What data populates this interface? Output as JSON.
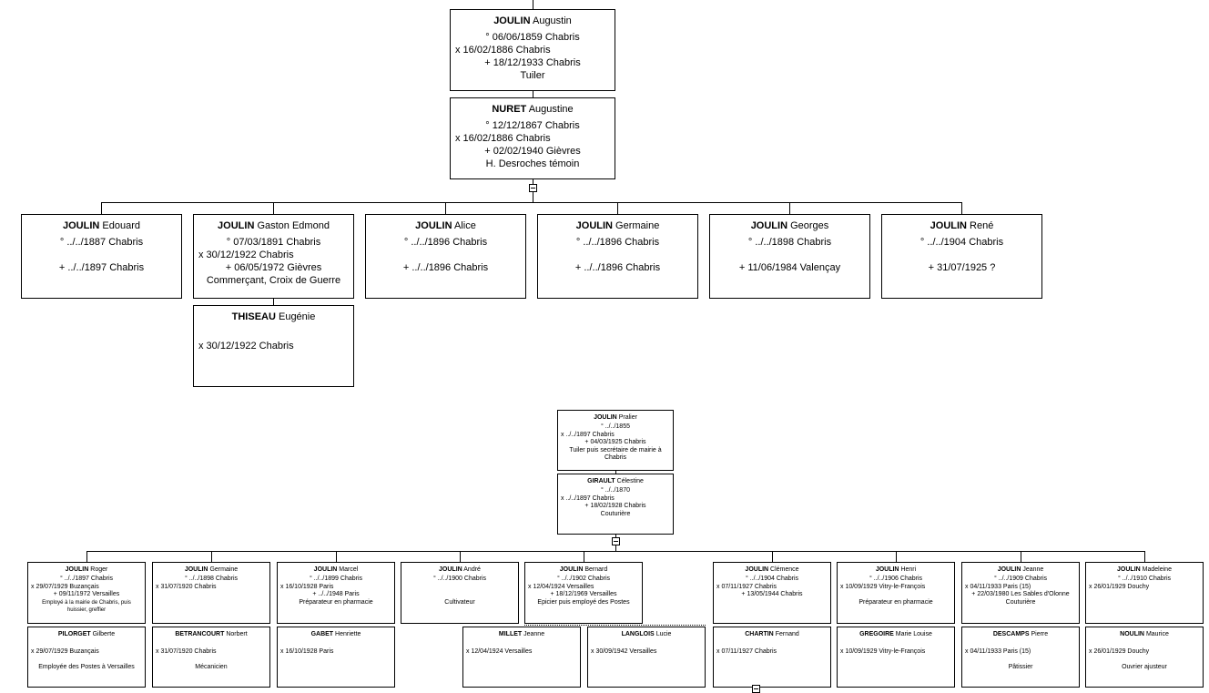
{
  "colors": {
    "background": "#ffffff",
    "box_border": "#000000",
    "connector_line": "#000000",
    "text": "#000000"
  },
  "icons": {
    "collapse": "minus-box-icon"
  },
  "family1": {
    "father": {
      "surname": "JOULIN",
      "given": "Augustin",
      "birth": "° 06/06/1859 Chabris",
      "marriage": "x 16/02/1886 Chabris",
      "death": "+ 18/12/1933 Chabris",
      "note": "Tuiler"
    },
    "mother": {
      "surname": "NURET",
      "given": "Augustine",
      "birth": "° 12/12/1867 Chabris",
      "marriage": "x 16/02/1886 Chabris",
      "death": "+ 02/02/1940 Gièvres",
      "note": "H. Desroches témoin"
    },
    "children": [
      {
        "surname": "JOULIN",
        "given": "Edouard",
        "birth": "° ../../1887 Chabris",
        "marriage": "",
        "death": "+ ../../1897 Chabris",
        "note": ""
      },
      {
        "surname": "JOULIN",
        "given": "Gaston Edmond",
        "birth": "° 07/03/1891 Chabris",
        "marriage": "x 30/12/1922 Chabris",
        "death": "+ 06/05/1972 Gièvres",
        "note": "Commerçant, Croix de Guerre"
      },
      {
        "surname": "JOULIN",
        "given": "Alice",
        "birth": "° ../../1896 Chabris",
        "marriage": "",
        "death": "+ ../../1896 Chabris",
        "note": ""
      },
      {
        "surname": "JOULIN",
        "given": "Germaine",
        "birth": "° ../../1896 Chabris",
        "marriage": "",
        "death": "+ ../../1896 Chabris",
        "note": ""
      },
      {
        "surname": "JOULIN",
        "given": "Georges",
        "birth": "° ../../1898 Chabris",
        "marriage": "",
        "death": "+ 11/06/1984 Valençay",
        "note": ""
      },
      {
        "surname": "JOULIN",
        "given": "René",
        "birth": "° ../../1904 Chabris",
        "marriage": "",
        "death": "+ 31/07/1925 ?",
        "note": ""
      }
    ],
    "gaston_spouse": {
      "surname": "THISEAU",
      "given": "Eugénie",
      "birth": "",
      "marriage": "x 30/12/1922 Chabris",
      "death": "",
      "note": ""
    }
  },
  "family2": {
    "father": {
      "surname": "JOULIN",
      "given": "Pralier",
      "birth": "° ../../1855",
      "marriage": "x ../../1897 Chabris",
      "death": "+ 04/03/1925 Chabris",
      "note": "Tuiler puis secrétaire de mairie à",
      "note2": "Chabris"
    },
    "mother": {
      "surname": "GIRAULT",
      "given": "Célestine",
      "birth": "° ../../1870",
      "marriage": "x ../../1897 Chabris",
      "death": "+ 18/02/1928 Chabris",
      "note": "Couturière",
      "note2": ""
    },
    "children": [
      {
        "surname": "JOULIN",
        "given": "Roger",
        "birth": "° ../../1897 Chabris",
        "marriage": "x 29/07/1929 Buzançais",
        "death": "+ 09/11/1972 Versailles",
        "note": "Employé à la mairie de Chabris, puis",
        "note2": "huissier, greffier"
      },
      {
        "surname": "JOULIN",
        "given": "Germaine",
        "birth": "° ../../1898 Chabris",
        "marriage": "x 31/07/1920 Chabris",
        "death": "",
        "note": "",
        "note2": ""
      },
      {
        "surname": "JOULIN",
        "given": "Marcel",
        "birth": "° ../../1899 Chabris",
        "marriage": "x 16/10/1928 Paris",
        "death": "+ ../../1948 Paris",
        "note": "Préparateur en pharmacie",
        "note2": ""
      },
      {
        "surname": "JOULIN",
        "given": "André",
        "birth": "° ../../1900 Chabris",
        "marriage": "",
        "death": "",
        "note": "Cultivateur",
        "note2": ""
      },
      {
        "surname": "JOULIN",
        "given": "Bernard",
        "birth": "° ../../1902 Chabris",
        "marriage": "x 12/04/1924 Versailles",
        "death": "+ 18/12/1969 Versailles",
        "note": "Epicier puis employé des Postes",
        "note2": ""
      },
      {
        "surname": "JOULIN",
        "given": "Clémence",
        "birth": "° ../../1904 Chabris",
        "marriage": "x 07/11/1927 Chabris",
        "death": "+ 13/05/1944 Chabris",
        "note": "",
        "note2": ""
      },
      {
        "surname": "JOULIN",
        "given": "Henri",
        "birth": "° ../../1906 Chabris",
        "marriage": "x 10/09/1929 Vitry-le-François",
        "death": "",
        "note": "Préparateur en pharmacie",
        "note2": ""
      },
      {
        "surname": "JOULIN",
        "given": "Jeanne",
        "birth": "° ../../1909 Chabris",
        "marriage": "x 04/11/1933 Paris (15)",
        "death": "+ 22/03/1980 Les Sables d'Olonne",
        "note": "Couturière",
        "note2": ""
      },
      {
        "surname": "JOULIN",
        "given": "Madeleine",
        "birth": "° ../../1910 Chabris",
        "marriage": "x 26/01/1929 Douchy",
        "death": "",
        "note": "",
        "note2": ""
      }
    ],
    "spouses": [
      {
        "surname": "PILORGET",
        "given": "Gilberte",
        "birth": "",
        "marriage": "x 29/07/1929 Buzançais",
        "death": "",
        "note": "Employée des Postes à Versailles"
      },
      {
        "surname": "BETRANCOURT",
        "given": "Norbert",
        "birth": "",
        "marriage": "x 31/07/1920 Chabris",
        "death": "",
        "note": "Mécanicien"
      },
      {
        "surname": "GABET",
        "given": "Henriette",
        "birth": "",
        "marriage": "x 16/10/1928 Paris",
        "death": "",
        "note": ""
      },
      {
        "surname": "MILLET",
        "given": "Jeanne",
        "birth": "",
        "marriage": "x 12/04/1924 Versailles",
        "death": "",
        "note": ""
      },
      {
        "surname": "LANGLOIS",
        "given": "Lucie",
        "birth": "",
        "marriage": "x 30/09/1942 Versailles",
        "death": "",
        "note": ""
      },
      {
        "surname": "CHARTIN",
        "given": "Fernand",
        "birth": "",
        "marriage": "x 07/11/1927 Chabris",
        "death": "",
        "note": ""
      },
      {
        "surname": "GREGOIRE",
        "given": "Marie Louise",
        "birth": "",
        "marriage": "x 10/09/1929 Vitry-le-François",
        "death": "",
        "note": ""
      },
      {
        "surname": "DESCAMPS",
        "given": "Pierre",
        "birth": "",
        "marriage": "x 04/11/1933 Paris (15)",
        "death": "",
        "note": "Pâtissier"
      },
      {
        "surname": "NOULIN",
        "given": "Maurice",
        "birth": "",
        "marriage": "x 26/01/1929 Douchy",
        "death": "",
        "note": "Ouvrier ajusteur"
      }
    ]
  }
}
